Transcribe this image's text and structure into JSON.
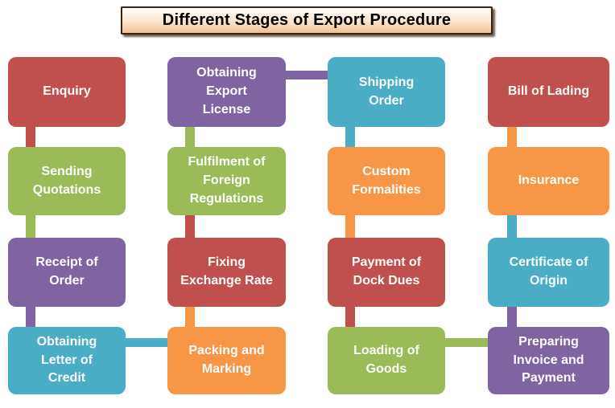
{
  "title": {
    "text": "Different Stages of Export Procedure"
  },
  "palette": {
    "red": "#C0504D",
    "green": "#9BBB59",
    "purple": "#8064A2",
    "teal": "#4BACC6",
    "orange": "#F79646",
    "box_text": "#FFFFFF",
    "title_text": "#000000",
    "title_top": "#FFFEFC",
    "title_bottom": "#F3C193",
    "title_border": "#352414",
    "title_shadow": "rgba(77,57,40,0.8)"
  },
  "stages": [
    {
      "label": "Enquiry",
      "color": "red"
    },
    {
      "label": "Sending\nQuotations",
      "color": "green"
    },
    {
      "label": "Receipt of\nOrder",
      "color": "purple"
    },
    {
      "label": "Obtaining\nLetter of\nCredit",
      "color": "teal"
    },
    {
      "label": "Obtaining\nExport\nLicense",
      "color": "purple"
    },
    {
      "label": "Fulfilment of\nForeign\nRegulations",
      "color": "green"
    },
    {
      "label": "Fixing\nExchange Rate",
      "color": "red"
    },
    {
      "label": "Packing and\nMarking",
      "color": "orange"
    },
    {
      "label": "Shipping\nOrder",
      "color": "teal"
    },
    {
      "label": "Custom\nFormalities",
      "color": "orange"
    },
    {
      "label": "Payment of\nDock Dues",
      "color": "red"
    },
    {
      "label": "Loading of\nGoods",
      "color": "green"
    },
    {
      "label": "Bill of Lading",
      "color": "red"
    },
    {
      "label": "Insurance",
      "color": "orange"
    },
    {
      "label": "Certificate of\nOrigin",
      "color": "teal"
    },
    {
      "label": "Preparing\nInvoice and\nPayment",
      "color": "purple"
    }
  ],
  "connectors": {
    "vertical": [
      {
        "column": 1,
        "from": "Enquiry",
        "to": "Sending Quotations",
        "color": "red"
      },
      {
        "column": 1,
        "from": "Sending Quotations",
        "to": "Receipt of Order",
        "color": "green"
      },
      {
        "column": 1,
        "from": "Receipt of Order",
        "to": "Obtaining Letter of Credit",
        "color": "purple"
      },
      {
        "column": 2,
        "from": "Fulfilment of Foreign Regulations",
        "to": "Obtaining Export License",
        "color": "green"
      },
      {
        "column": 2,
        "from": "Fixing Exchange Rate",
        "to": "Fulfilment of Foreign Regulations",
        "color": "red"
      },
      {
        "column": 2,
        "from": "Packing and Marking",
        "to": "Fixing Exchange Rate",
        "color": "orange"
      },
      {
        "column": 3,
        "from": "Shipping Order",
        "to": "Custom Formalities",
        "color": "teal"
      },
      {
        "column": 3,
        "from": "Custom Formalities",
        "to": "Payment of Dock Dues",
        "color": "orange"
      },
      {
        "column": 3,
        "from": "Payment of Dock Dues",
        "to": "Loading of Goods",
        "color": "red"
      },
      {
        "column": 4,
        "from": "Insurance",
        "to": "Bill of Lading",
        "color": "orange"
      },
      {
        "column": 4,
        "from": "Certificate of Origin",
        "to": "Insurance",
        "color": "teal"
      },
      {
        "column": 4,
        "from": "Preparing Invoice and Payment",
        "to": "Certificate of Origin",
        "color": "purple"
      }
    ],
    "horizontal": [
      {
        "row": 1,
        "from": "Obtaining Export License",
        "to": "Shipping Order",
        "color": "purple"
      },
      {
        "row": 4,
        "from": "Obtaining Letter of Credit",
        "to": "Packing and Marking",
        "color": "teal"
      },
      {
        "row": 4,
        "from": "Loading of Goods",
        "to": "Preparing Invoice and Payment",
        "color": "green"
      }
    ]
  }
}
